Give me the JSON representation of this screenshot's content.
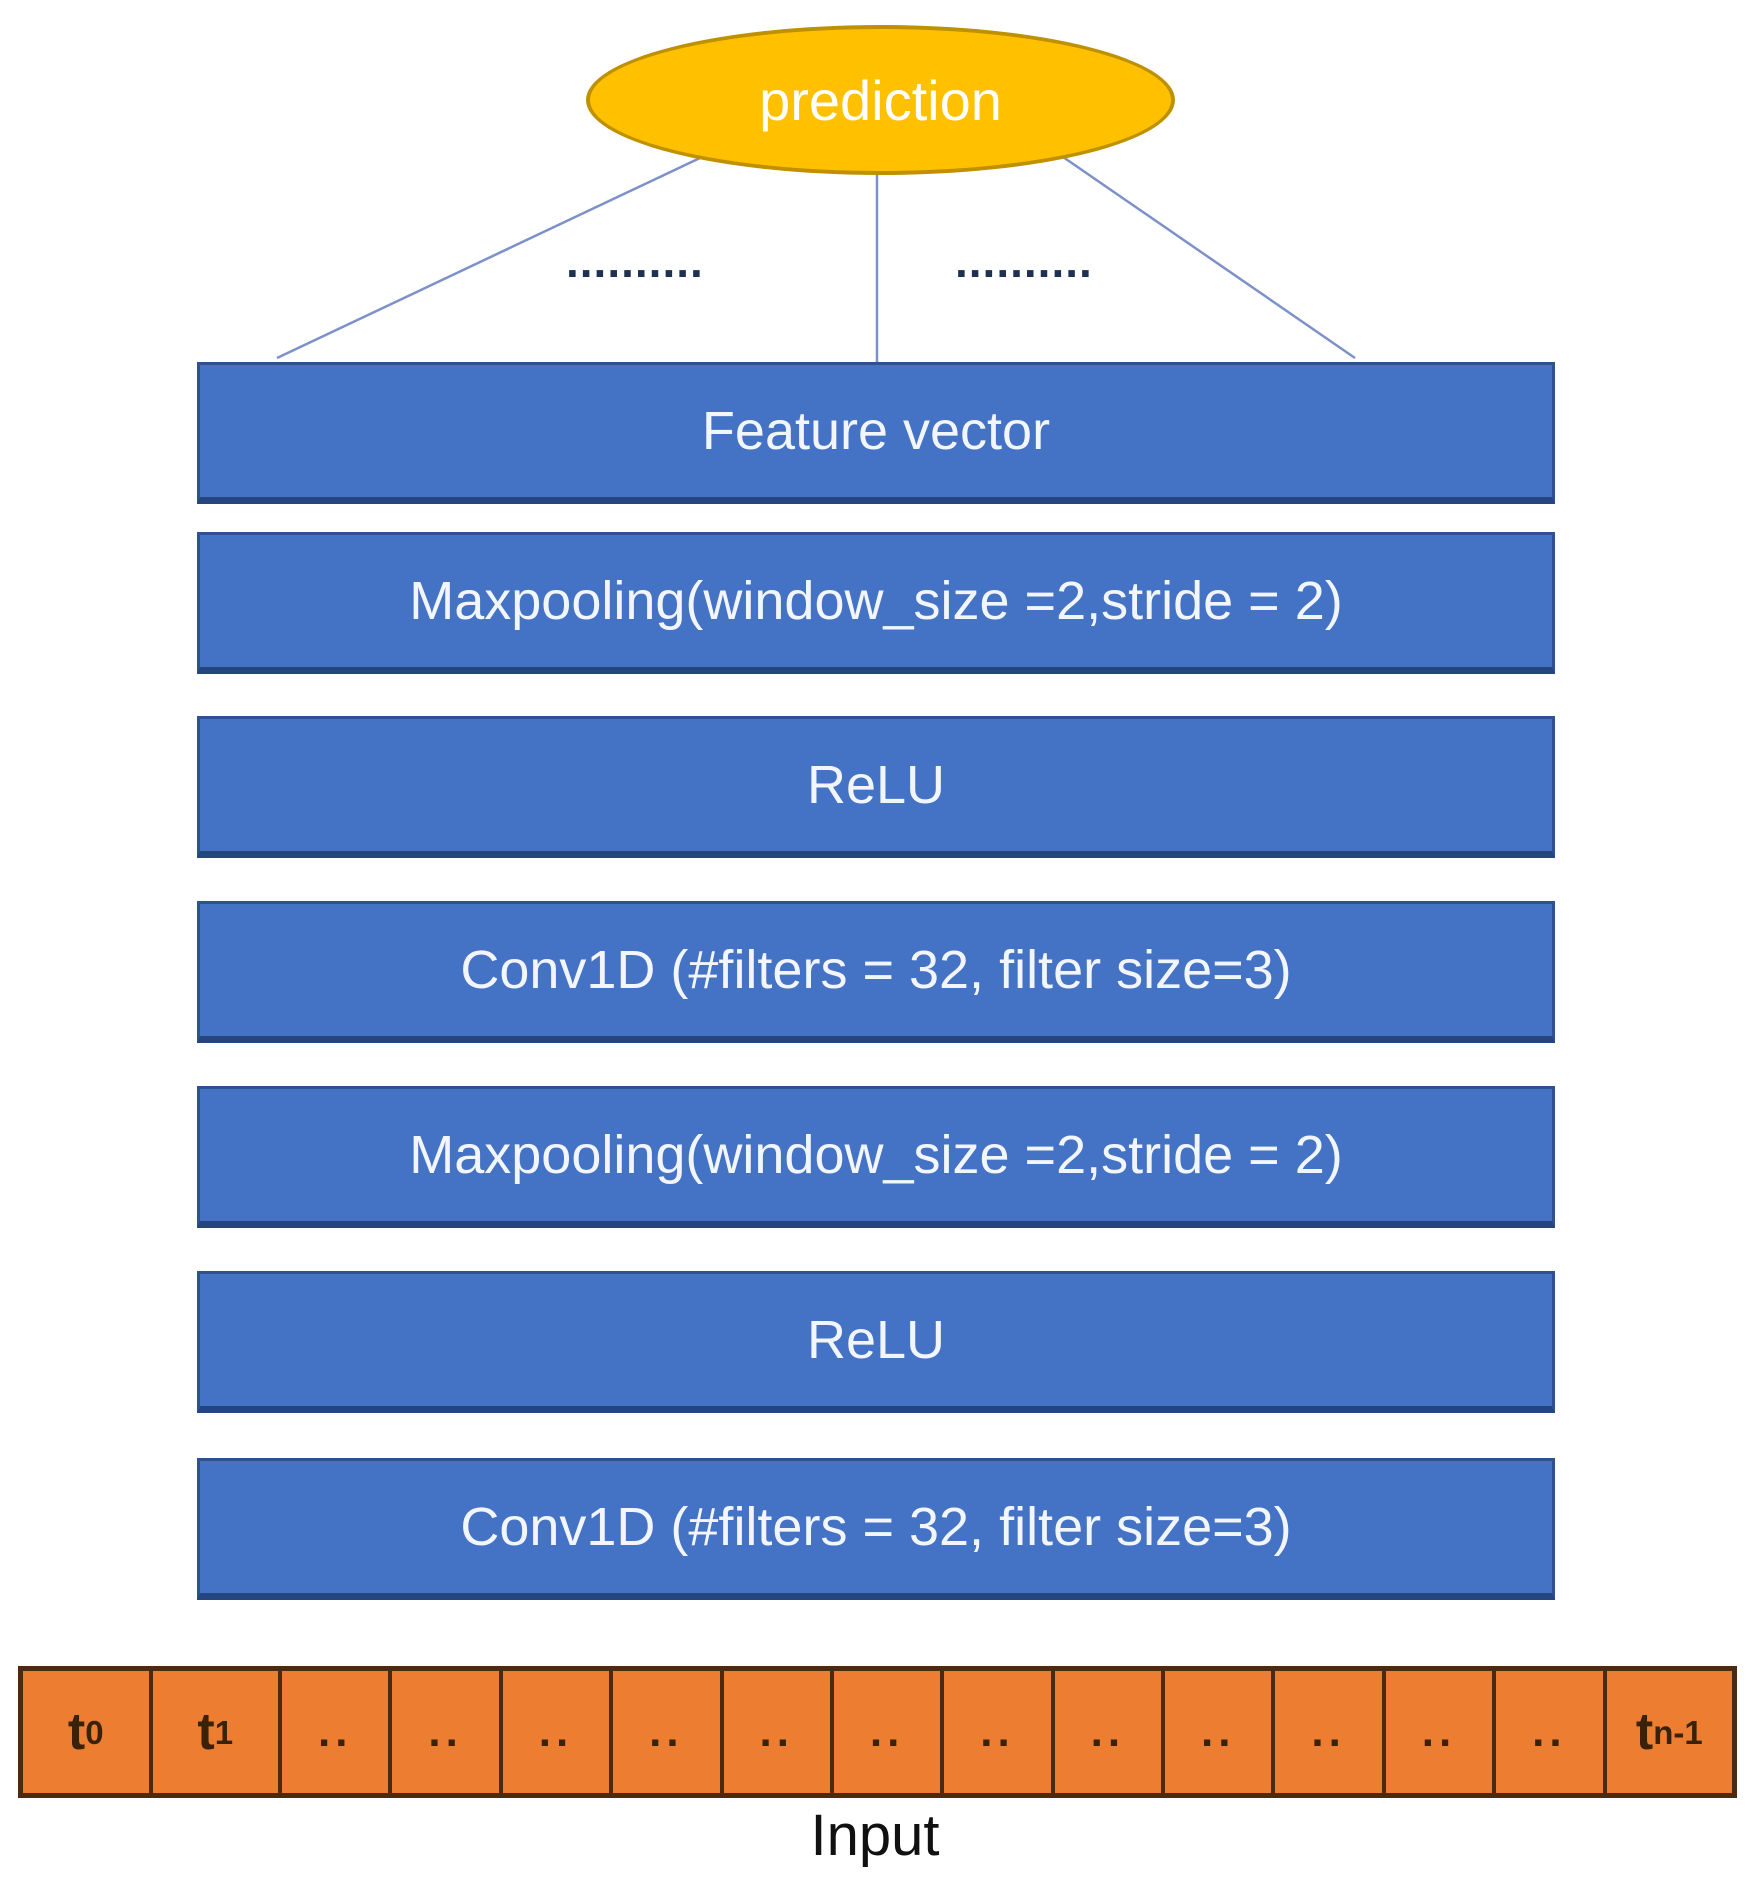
{
  "node": {
    "label": "prediction"
  },
  "ellipsis": {
    "left": "..........",
    "right": ".........."
  },
  "layers": [
    {
      "label": "Feature vector"
    },
    {
      "label": "Maxpooling(window_size =2,stride = 2)"
    },
    {
      "label": "ReLU"
    },
    {
      "label": "Conv1D (#filters = 32, filter size=3)"
    },
    {
      "label": "Maxpooling(window_size =2,stride = 2)"
    },
    {
      "label": "ReLU"
    },
    {
      "label": "Conv1D (#filters = 32, filter size=3)"
    }
  ],
  "input_row": {
    "caption": "Input",
    "cells": [
      {
        "label": "t",
        "sub": "0"
      },
      {
        "label": "t",
        "sub": "1"
      },
      {
        "label": ".."
      },
      {
        "label": ".."
      },
      {
        "label": ".."
      },
      {
        "label": ".."
      },
      {
        "label": ".."
      },
      {
        "label": ".."
      },
      {
        "label": ".."
      },
      {
        "label": ".."
      },
      {
        "label": ".."
      },
      {
        "label": ".."
      },
      {
        "label": ".."
      },
      {
        "label": ".."
      },
      {
        "label": "t",
        "sub": "n-1"
      }
    ]
  },
  "colors": {
    "node_fill": "#FFC000",
    "node_border": "#BF9000",
    "node_text": "#ffffff",
    "connector": "#7C91C9",
    "dots": "#1F3150",
    "layer_fill": "#4472C4",
    "layer_border": "#2D5191",
    "layer_border_bottom": "#24457E",
    "layer_text": "#F2F6FC",
    "input_fill": "#ED7D31",
    "input_border": "#4B2A10",
    "input_text": "#3A2208",
    "caption_text": "#111111",
    "background": "#ffffff"
  }
}
